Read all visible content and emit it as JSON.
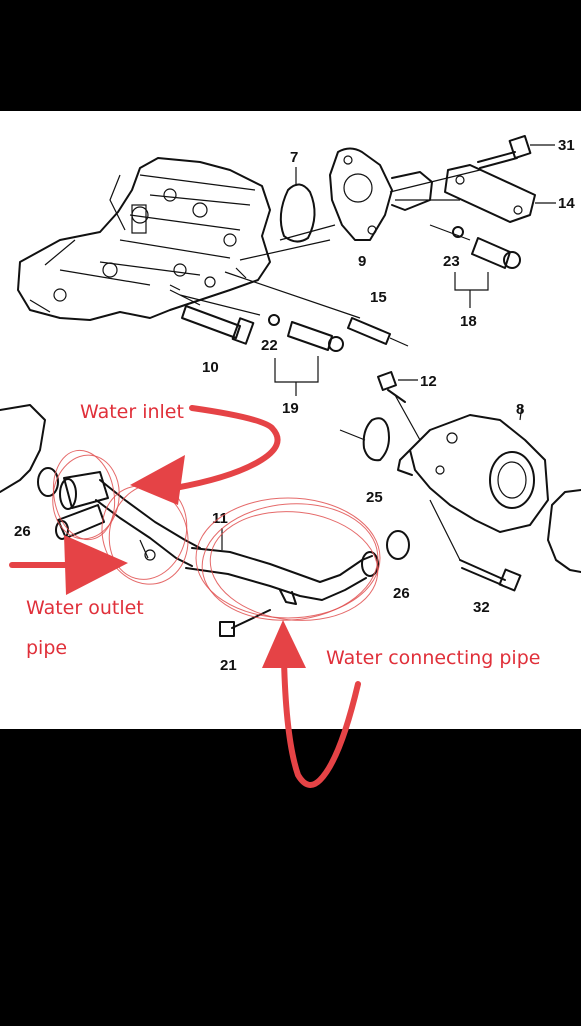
{
  "part_numbers": {
    "p31": "31",
    "p14": "14",
    "p7": "7",
    "p9": "9",
    "p23": "23",
    "p18": "18",
    "p15": "15",
    "p10": "10",
    "p22": "22",
    "p19": "19",
    "p12": "12",
    "p8": "8",
    "p25": "25",
    "p26a": "26",
    "p11": "11",
    "p26b": "26",
    "p32": "32",
    "p21": "21"
  },
  "annotations": {
    "water_inlet": "Water inlet",
    "water_outlet_line1": "Water outlet",
    "water_outlet_line2": "pipe",
    "water_connecting_pipe": "Water connecting pipe"
  },
  "colors": {
    "background": "#000000",
    "panel": "#ffffff",
    "annotation": "#e0303a",
    "arrow": "#e54346"
  }
}
